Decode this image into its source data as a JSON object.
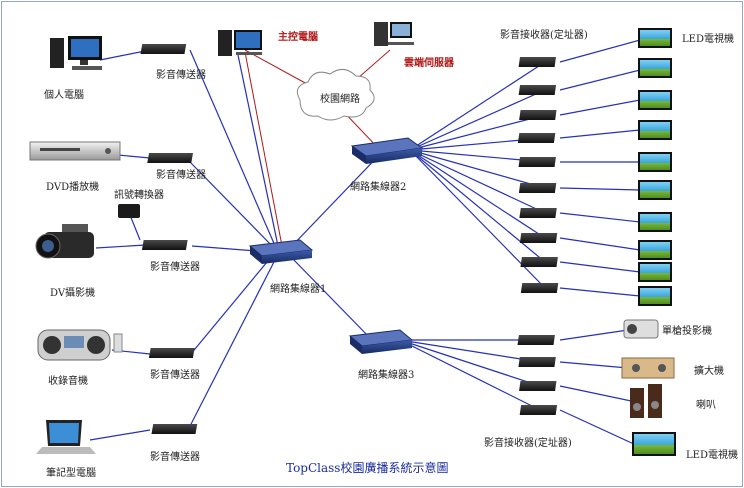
{
  "title": "TopClass校園廣播系統示意圖",
  "colors": {
    "link": "#2630b8",
    "lan": "#b01818",
    "accent": "#1a2ca0"
  },
  "labels": {
    "main_pc": "主控電腦",
    "cloud_server": "雲端伺服器",
    "campus_network": "校園網路",
    "personal_pc": "個人電腦",
    "dvd": "DVD播放機",
    "dv": "DV攝影機",
    "cassette": "收錄音機",
    "laptop": "筆記型電腦",
    "converter": "訊號轉換器",
    "transmitter": "影音傳送器",
    "hub1": "網路集線器1",
    "hub2": "網路集線器2",
    "hub3": "網路集線器3",
    "receiver_top": "影音接收器(定址器)",
    "receiver_bottom": "影音接收器(定址器)",
    "led_tv_top": "LED電視機",
    "projector": "單槍投影機",
    "amplifier": "擴大機",
    "speaker": "喇叭",
    "led_tv_bottom": "LED電視機"
  },
  "icons": {
    "computer": "desktop-computer-icon",
    "server": "server-icon",
    "cloud": "cloud-icon",
    "dvd": "dvd-player-icon",
    "camera": "camcorder-icon",
    "radio": "boombox-icon",
    "laptop": "laptop-icon",
    "hub": "network-switch-icon",
    "box": "av-box-icon",
    "tv": "tv-icon",
    "projector": "projector-icon",
    "amp": "amplifier-icon",
    "speaker": "speaker-icon"
  }
}
